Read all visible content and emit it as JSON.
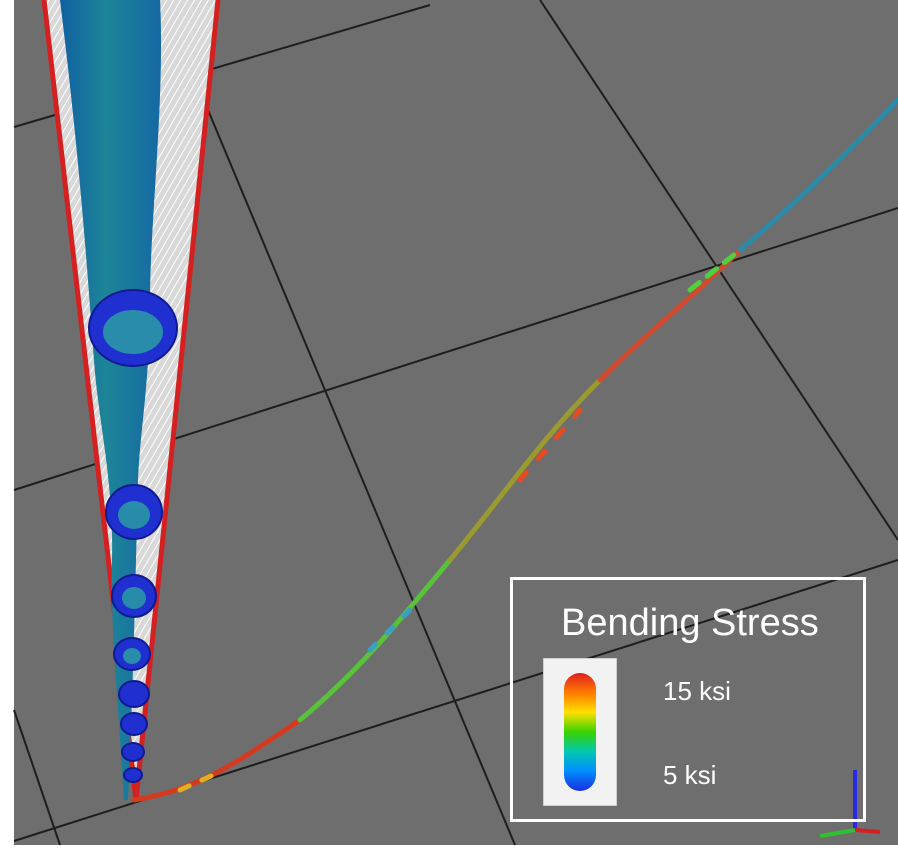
{
  "legend": {
    "title": "Bending Stress",
    "max_label": "15 ksi",
    "min_label": "5 ksi",
    "colormap": [
      "#e02020",
      "#ff7a00",
      "#ffe000",
      "#38d200",
      "#00c8b0",
      "#008cff",
      "#1a2fe0"
    ]
  },
  "scene": {
    "background_color": "#6e6e6e",
    "grid_color": "#1e1e1e",
    "cone_outline_color": "#d42020",
    "pipe_color": "#1e9a7a",
    "icon_names": [
      "axis-triad-icon"
    ]
  }
}
